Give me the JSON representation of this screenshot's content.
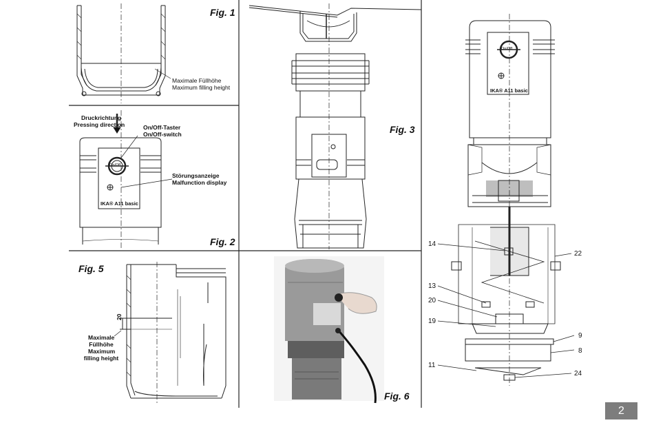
{
  "figures": {
    "fig1": "Fig. 1",
    "fig2": "Fig. 2",
    "fig3": "Fig. 3",
    "fig5": "Fig. 5",
    "fig6": "Fig. 6"
  },
  "fig1_labels": {
    "max_fill_de": "Maximale Füllhöhe",
    "max_fill_en": "Maximum filling height"
  },
  "fig2_labels": {
    "pressing_de": "Druckrichtung",
    "pressing_en": "Pressing direction",
    "onoff_de": "On/Off-Taster",
    "onoff_en": "On/Off-switch",
    "malfunction_de": "Störungsanzeige",
    "malfunction_en": "Malfunction display",
    "button_text": "On/Off",
    "brand": "IKA® A11 basic"
  },
  "fig5_labels": {
    "dimension": "20",
    "max_fill_de_1": "Maximale",
    "max_fill_de_2": "Füllhöhe",
    "max_fill_en_1": "Maximum",
    "max_fill_en_2": "filling height"
  },
  "fig7_labels": {
    "button_text": "On/Off",
    "brand": "IKA® A11 basic",
    "parts": [
      "14",
      "22",
      "13",
      "20",
      "19",
      "9",
      "8",
      "11",
      "24"
    ]
  },
  "page_number": "2"
}
